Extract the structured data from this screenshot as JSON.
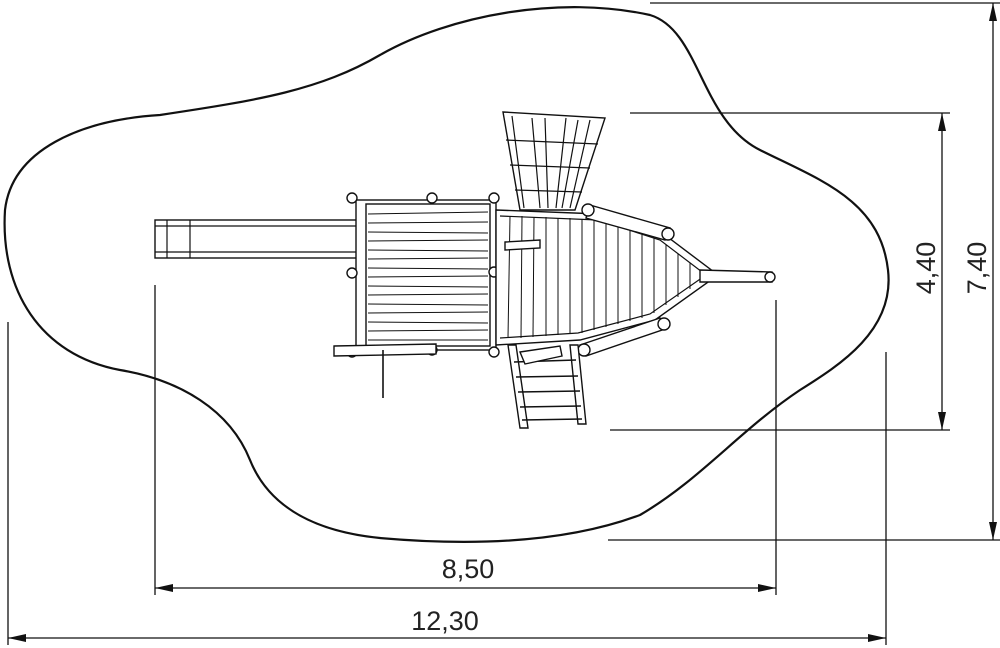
{
  "dimensions": {
    "inner_width": "8,50",
    "outer_width": "12,30",
    "inner_depth": "4,40",
    "outer_depth": "7,40"
  },
  "components": {
    "slide": "slide",
    "platform": "platform",
    "ship_deck": "ship-deck",
    "climbing_net": "climbing-net",
    "ladder": "ladder",
    "swing_post": "post"
  }
}
